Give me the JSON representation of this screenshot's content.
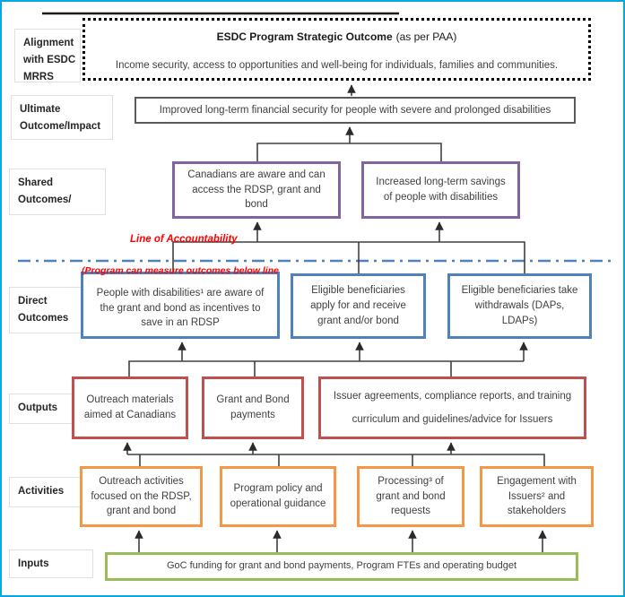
{
  "colors": {
    "page_border": "#00a9e0",
    "shared_outcome_border": "#8064a2",
    "direct_outcome_border": "#4f81bd",
    "output_border": "#c0504d",
    "activity_border": "#f79646",
    "input_border": "#9bbb59",
    "accountability_line": "#4f81bd",
    "annotation_red": "#ff0000",
    "connector": "#404040"
  },
  "row_labels": {
    "alignment": "Alignment with ESDC MRRS",
    "ultimate": "Ultimate Outcome/Impact",
    "shared": "Shared Outcomes/",
    "direct": "Direct Outcomes",
    "outputs": "Outputs",
    "activities": "Activities",
    "inputs": "Inputs"
  },
  "strategic_outcome": {
    "title_bold": "ESDC Program Strategic Outcome",
    "title_suffix": "(as per PAA)",
    "body": "Income security, access to opportunities and well-being for individuals, families and communities."
  },
  "ultimate_outcome": {
    "text": "Improved long-term financial security for people with severe and prolonged disabilities"
  },
  "shared_outcomes": {
    "boxes": [
      {
        "text": "Canadians are aware and can access the RDSP, grant and bond"
      },
      {
        "text": "Increased long-term savings of people with disabilities"
      }
    ]
  },
  "accountability": {
    "line_label": "Line of Accountability",
    "note": "(Program can measure outcomes below line"
  },
  "direct_outcomes": {
    "boxes": [
      {
        "text": "People with disabilities¹ are aware of the grant and bond as incentives to save in an RDSP"
      },
      {
        "text": "Eligible beneficiaries apply for and receive grant and/or bond"
      },
      {
        "text": "Eligible beneficiaries take withdrawals (DAPs, LDAPs)"
      }
    ]
  },
  "outputs": {
    "boxes": [
      {
        "text": "Outreach materials aimed at Canadians"
      },
      {
        "text": "Grant and Bond payments"
      },
      {
        "text": "Issuer agreements, compliance reports, and training curriculum and guidelines/advice for Issuers"
      }
    ]
  },
  "activities": {
    "boxes": [
      {
        "text": "Outreach activities focused on the RDSP, grant and bond"
      },
      {
        "text": "Program policy and operational guidance"
      },
      {
        "text": "Processing³ of grant and bond requests"
      },
      {
        "text": "Engagement with Issuers² and stakeholders"
      }
    ]
  },
  "inputs": {
    "text": "GoC funding for grant and bond payments, Program FTEs and operating budget"
  }
}
